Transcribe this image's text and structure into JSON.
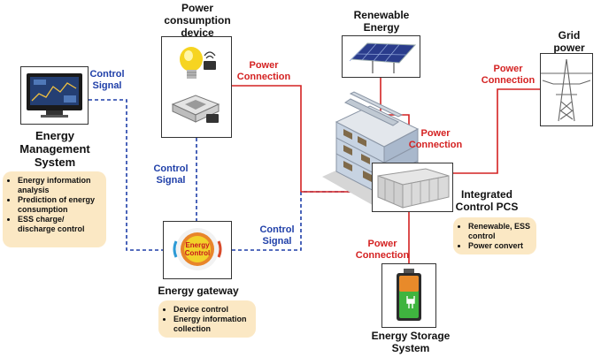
{
  "labels": {
    "power_device": "Power consumption device",
    "renewable": "Renewable Energy",
    "grid": "Grid power",
    "ems": "Energy Management System",
    "gateway": "Energy gateway",
    "pcs": "Integrated Control PCS",
    "storage": "Energy Storage System"
  },
  "connections": {
    "control_signal": "Control Signal",
    "power_connection": "Power Connection"
  },
  "notes": {
    "ems": [
      "Energy information analysis",
      "Prediction of energy consumption",
      "ESS charge/ discharge control"
    ],
    "gateway": [
      "Device control",
      "Energy information collection"
    ],
    "pcs": [
      "Renewable, ESS control",
      "Power convert"
    ]
  },
  "gateway_logo_text": "Energy Control",
  "colors": {
    "control_line": "#1f3fa8",
    "power_line": "#d42222",
    "note_bg": "#fbe8c4"
  },
  "icons": [
    "monitor-icon",
    "light-bulb-icon",
    "air-conditioner-icon",
    "solar-panel-icon",
    "transmission-tower-icon",
    "battery-icon",
    "building-icon",
    "pcs-cabinet-icon"
  ]
}
